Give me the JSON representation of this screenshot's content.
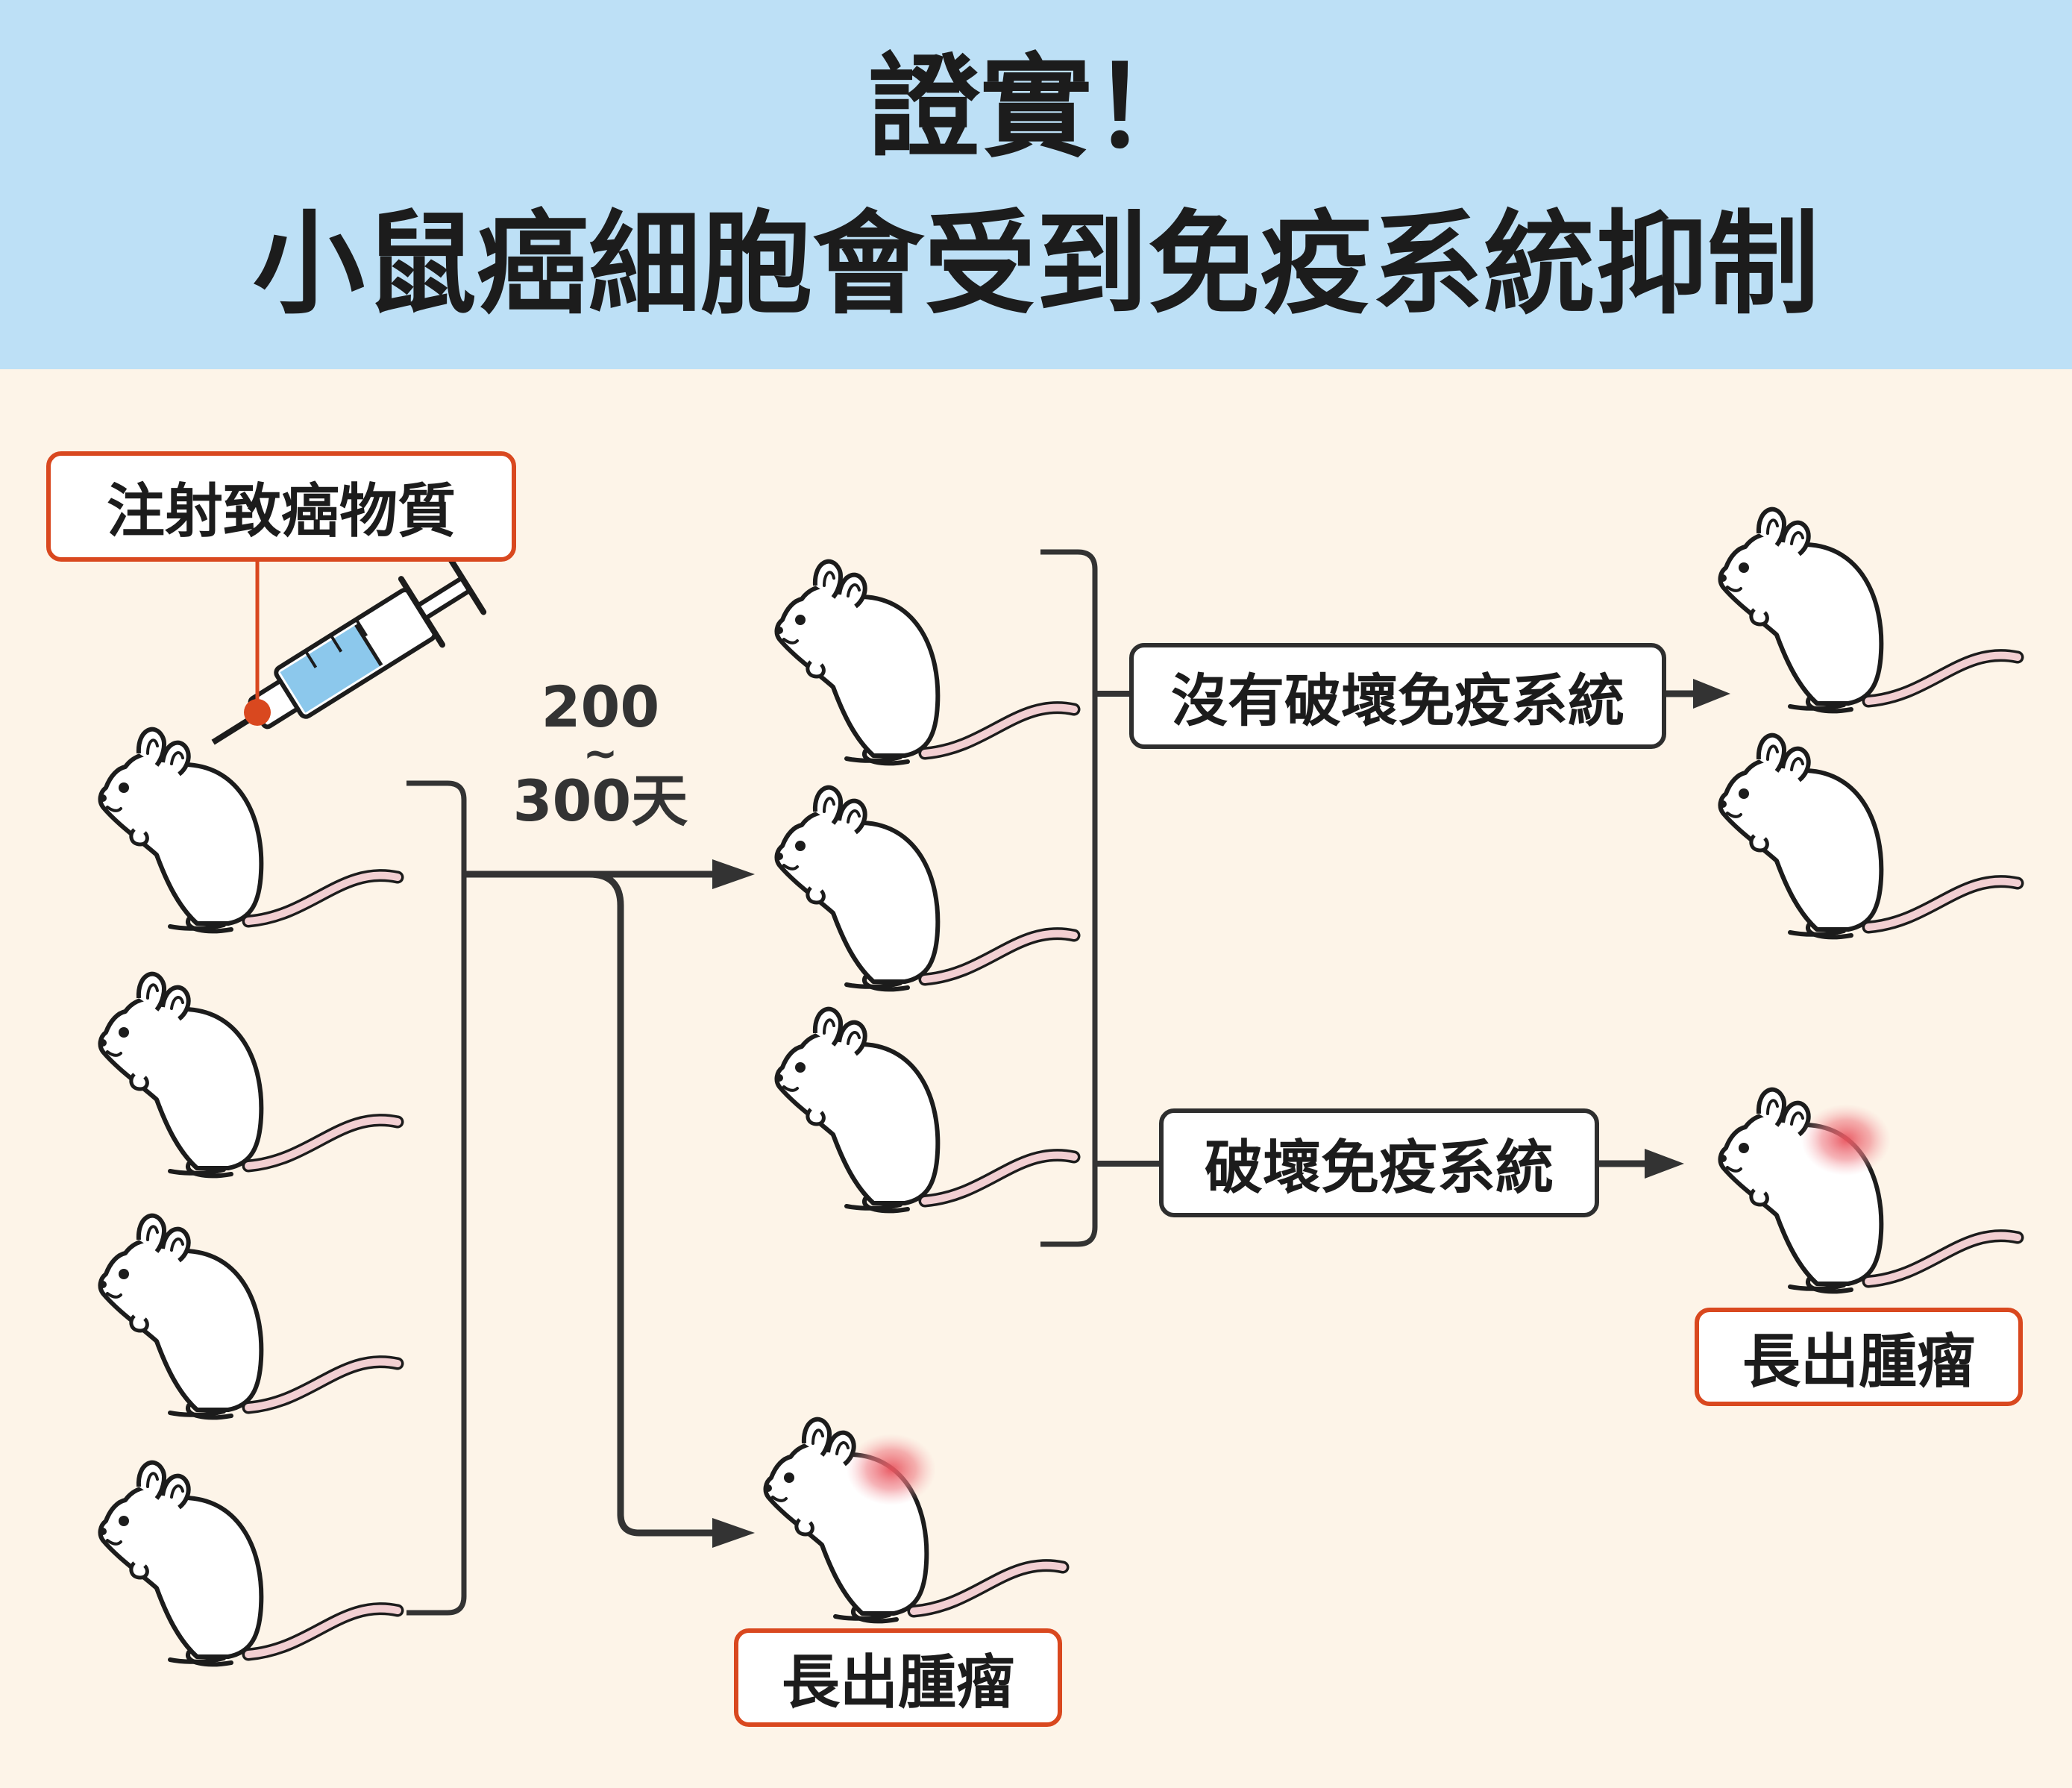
{
  "header": {
    "title_line1": "證實！",
    "title_line2": "小鼠癌細胞會受到免疫系統抑制"
  },
  "labels": {
    "inject": "注射致癌物質",
    "days_start": "200",
    "days_tilde": "~",
    "days_end": "300天",
    "no_destroy": "沒有破壞免疫系統",
    "destroy": "破壞免疫系統",
    "tumor_bottom": "長出腫瘤",
    "tumor_right": "長出腫瘤"
  },
  "colors": {
    "header_bg": "#bde0f6",
    "body_bg": "#fdf4e8",
    "accent": "#d9481f",
    "tumor": "#e8525c",
    "line": "#3a3a3a"
  }
}
